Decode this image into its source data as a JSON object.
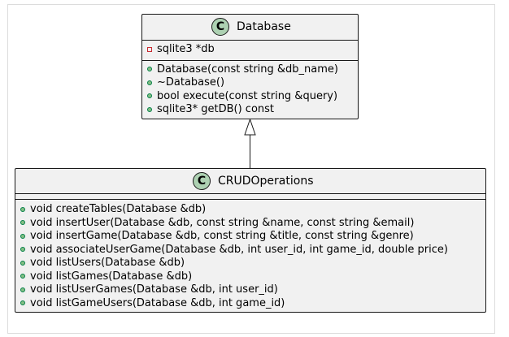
{
  "diagram": {
    "classes": [
      {
        "name": "Database",
        "icon": "class-c-icon",
        "badge_letter": "C",
        "fields": [
          {
            "visibility": "private",
            "text": "sqlite3 *db"
          }
        ],
        "methods": [
          {
            "visibility": "public",
            "text": "Database(const string &db_name)"
          },
          {
            "visibility": "public",
            "text": "~Database()"
          },
          {
            "visibility": "public",
            "text": "bool execute(const string &query)"
          },
          {
            "visibility": "public",
            "text": "sqlite3* getDB() const"
          }
        ]
      },
      {
        "name": "CRUDOperations",
        "icon": "class-c-icon",
        "badge_letter": "C",
        "fields": [],
        "methods": [
          {
            "visibility": "public",
            "text": "void createTables(Database &db)"
          },
          {
            "visibility": "public",
            "text": "void insertUser(Database &db, const string &name, const string &email)"
          },
          {
            "visibility": "public",
            "text": "void insertGame(Database &db, const string &title, const string &genre)"
          },
          {
            "visibility": "public",
            "text": "void associateUserGame(Database &db, int user_id, int game_id, double price)"
          },
          {
            "visibility": "public",
            "text": "void listUsers(Database &db)"
          },
          {
            "visibility": "public",
            "text": "void listGames(Database &db)"
          },
          {
            "visibility": "public",
            "text": "void listUserGames(Database &db, int user_id)"
          },
          {
            "visibility": "public",
            "text": "void listGameUsers(Database &db, int game_id)"
          }
        ]
      }
    ],
    "relations": [
      {
        "from": "CRUDOperations",
        "to": "Database",
        "type": "inheritance"
      }
    ],
    "colors": {
      "class_bg": "#f1f1f1",
      "border": "#181818",
      "badge_bg": "#add1b2",
      "public_fill": "#84be84",
      "public_stroke": "#038048",
      "private_stroke": "#c82930"
    }
  }
}
